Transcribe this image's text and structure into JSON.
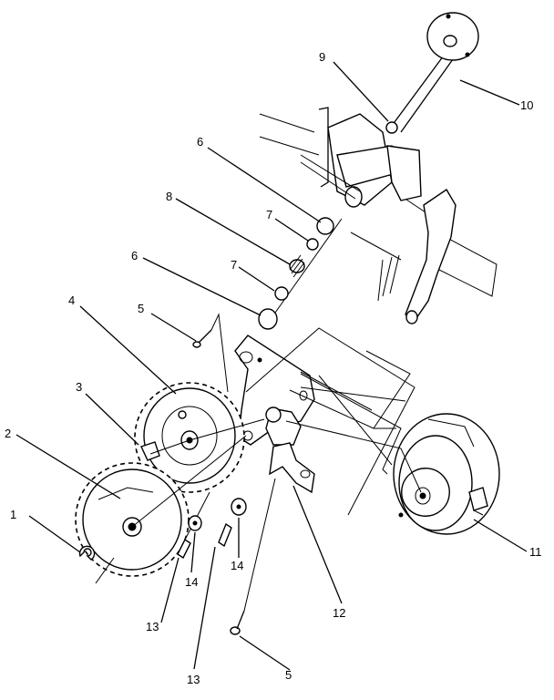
{
  "callouts": [
    {
      "id": "c1",
      "text": "1"
    },
    {
      "id": "c2",
      "text": "2"
    },
    {
      "id": "c3",
      "text": "3"
    },
    {
      "id": "c4",
      "text": "4"
    },
    {
      "id": "c5a",
      "text": "5"
    },
    {
      "id": "c5b",
      "text": "5"
    },
    {
      "id": "c6a",
      "text": "6"
    },
    {
      "id": "c6b",
      "text": "6"
    },
    {
      "id": "c7a",
      "text": "7"
    },
    {
      "id": "c7b",
      "text": "7"
    },
    {
      "id": "c8",
      "text": "8"
    },
    {
      "id": "c9",
      "text": "9"
    },
    {
      "id": "c10",
      "text": "10"
    },
    {
      "id": "c11",
      "text": "11"
    },
    {
      "id": "c12",
      "text": "12"
    },
    {
      "id": "c13a",
      "text": "13"
    },
    {
      "id": "c13b",
      "text": "13"
    },
    {
      "id": "c14a",
      "text": "14"
    },
    {
      "id": "c14b",
      "text": "14"
    }
  ]
}
